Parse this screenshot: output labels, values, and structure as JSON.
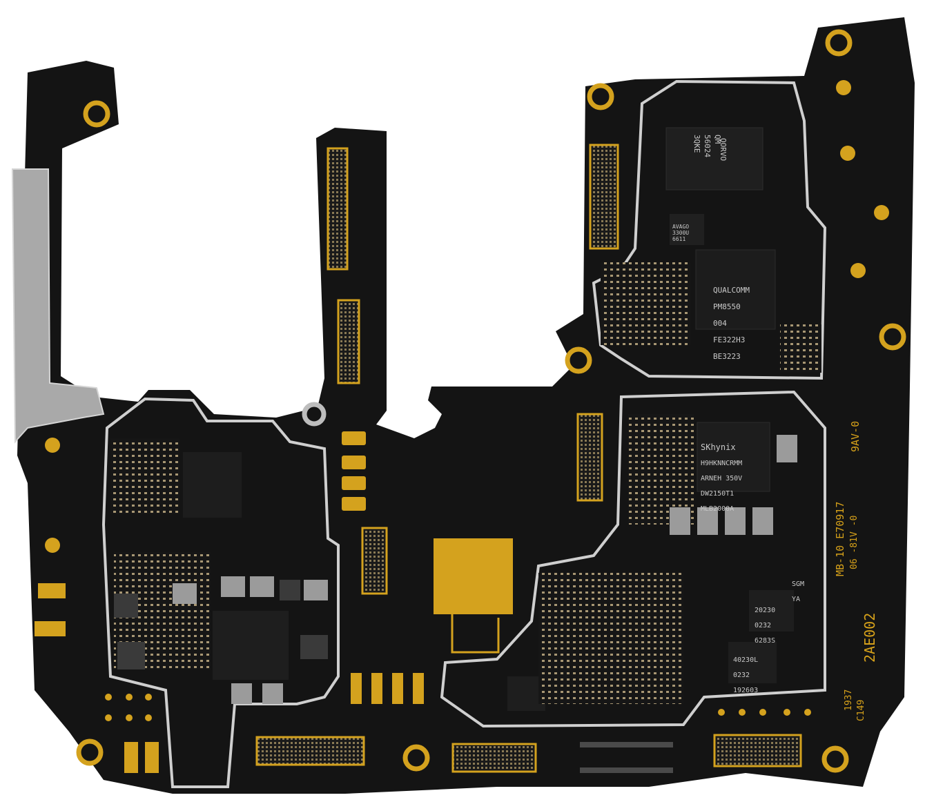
{
  "board": {
    "colors": {
      "substrate": "#141414",
      "shield": "#bdbdbd",
      "gold": "#d4a21e",
      "component": "#b7a07a",
      "chip": "#1e1e1e",
      "background": "#ffffff"
    },
    "chips": {
      "qorvo": [
        "QORVO",
        "QM",
        "56024",
        "3QKE"
      ],
      "avago": [
        "AVAGO",
        "3300U",
        "6611"
      ],
      "qualcomm": [
        "QUALCOMM",
        "PM8550",
        "004",
        "FE322H3",
        "BE3223"
      ],
      "skhynix": [
        "SKhynix",
        "H9HKNNCRMM",
        "ARNEH 350V",
        "DW2150T1",
        "MLB2000A"
      ],
      "sgm": [
        "SGM",
        "YA"
      ],
      "ic_20230": [
        "20230",
        "0232",
        "6283S"
      ],
      "ic_40230": [
        "40230L",
        "0232",
        "192603"
      ]
    },
    "silkscreen": {
      "e70917": "MB-10 E70917",
      "rev": "9AV-0",
      "sub": "06 -81V -0",
      "board_id": "2AE002",
      "year": "1937",
      "ref": "C149"
    },
    "icons": [
      "qualcomm-pmic-chip-icon",
      "memory-chip-icon",
      "board-connector-icon",
      "screw-hole-icon",
      "coax-connector-icon"
    ]
  }
}
